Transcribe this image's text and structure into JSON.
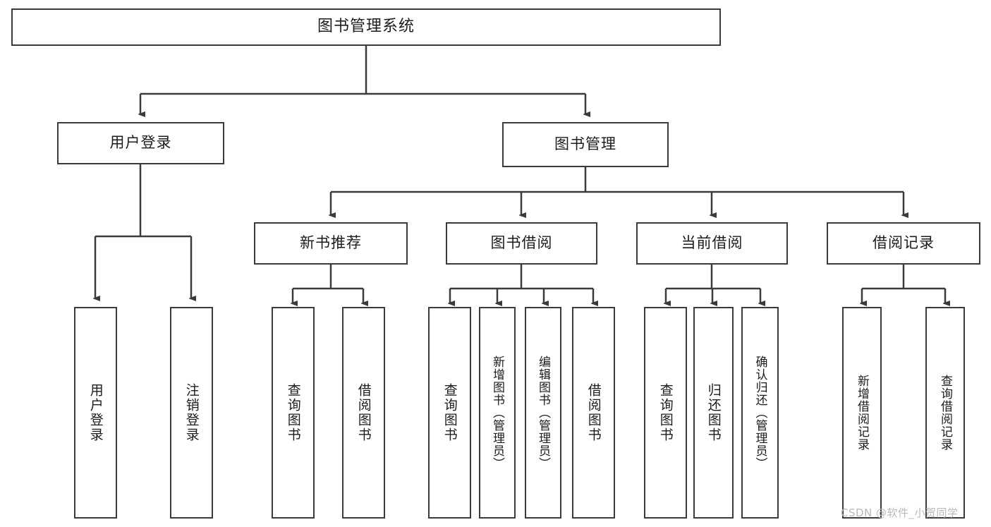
{
  "diagram": {
    "title": "图书管理系统",
    "type": "tree-hierarchy-diagram",
    "colors": {
      "stroke": "#3b3b3b",
      "fill": "#ffffff",
      "text": "#1c1c1c",
      "watermark": "#b9b9b9"
    },
    "root": {
      "label": "图书管理系统"
    },
    "level1": [
      {
        "label": "用户登录"
      },
      {
        "label": "图书管理"
      }
    ],
    "level2": [
      {
        "label": "新书推荐"
      },
      {
        "label": "图书借阅"
      },
      {
        "label": "当前借阅"
      },
      {
        "label": "借阅记录"
      }
    ],
    "leaves": {
      "user_login": [
        {
          "label": "用户登录"
        },
        {
          "label": "注销登录"
        }
      ],
      "new_book_recommend": [
        {
          "label": "查询图书"
        },
        {
          "label": "借阅图书"
        }
      ],
      "book_borrow": [
        {
          "label": "查询图书"
        },
        {
          "label": "新增图书（管理员）"
        },
        {
          "label": "编辑图书（管理员）"
        },
        {
          "label": "借阅图书"
        }
      ],
      "current_borrow": [
        {
          "label": "查询图书"
        },
        {
          "label": "归还图书"
        },
        {
          "label": "确认归还（管理员）"
        }
      ],
      "borrow_record": [
        {
          "label": "新增借阅记录"
        },
        {
          "label": "查询借阅记录"
        }
      ]
    },
    "watermark": "CSDN @软件_小贺同学"
  }
}
